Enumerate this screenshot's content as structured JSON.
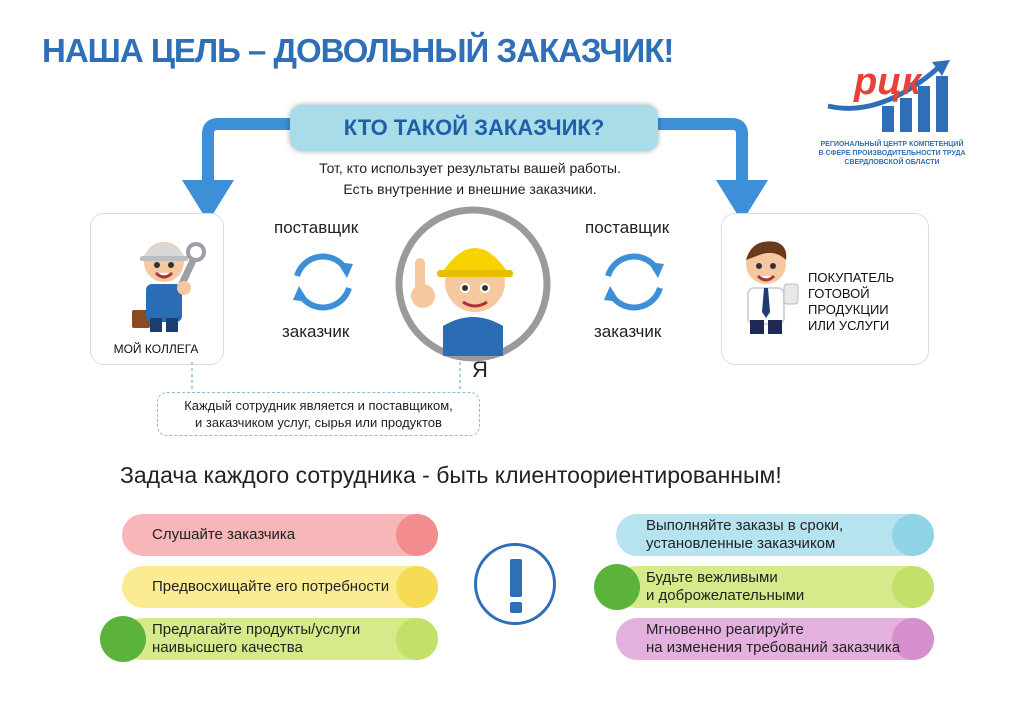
{
  "title": "НАША ЦЕЛЬ – ДОВОЛЬНЫЙ ЗАКАЗЧИК!",
  "logo": {
    "letters": "рцк",
    "lines": [
      "РЕГИОНАЛЬНЫЙ ЦЕНТР КОМПЕТЕНЦИЙ",
      "В СФЕРЕ ПРОИЗВОДИТЕЛЬНОСТИ ТРУДА",
      "СВЕРДЛОВСКОЙ ОБЛАСТИ"
    ],
    "letters_color": "#e8413c",
    "bars_color": "#2e6fb7"
  },
  "question": "КТО ТАКОЙ ЗАКАЗЧИК?",
  "description": [
    "Тот, кто использует результаты вашей работы.",
    "Есть внутренние и внешние заказчики."
  ],
  "left_card": {
    "label": "МОЙ КОЛЛЕГА",
    "icon": "worker-with-wrench-icon"
  },
  "right_card": {
    "lines": [
      "ПОКУПАТЕЛЬ",
      "ГОТОВОЙ",
      "ПРОДУКЦИИ",
      "ИЛИ УСЛУГИ"
    ],
    "icon": "businessman-icon"
  },
  "center": {
    "label": "Я",
    "icon": "worker-in-hardhat-icon"
  },
  "cycle_left": {
    "top": "поставщик",
    "bottom": "заказчик"
  },
  "cycle_right": {
    "top": "поставщик",
    "bottom": "заказчик"
  },
  "info": [
    "Каждый сотрудник является и поставщиком,",
    "и заказчиком услуг, сырья или продуктов"
  ],
  "task": "Задача каждого сотрудника - быть клиентоориентированным!",
  "tips_left": [
    {
      "lines": [
        "Слушайте заказчика"
      ],
      "color": "#f7b6b7",
      "cap": "#f28c8e"
    },
    {
      "lines": [
        "Предвосхищайте его потребности"
      ],
      "color": "#fbeb93",
      "cap": "#f6dc55"
    },
    {
      "lines": [
        "Предлагайте продукты/услуги",
        "наивысшего качества"
      ],
      "color": "#d5eb8b",
      "cap": "#c2e06a"
    }
  ],
  "tips_right": [
    {
      "lines": [
        "Выполняйте заказы в сроки,",
        "установленные заказчиком"
      ],
      "color": "#b5e3ef",
      "cap": "#8fd3e6"
    },
    {
      "lines": [
        "Будьте вежливыми",
        "и доброжелательными"
      ],
      "color": "#d5eb8b",
      "cap": "#c2e06a"
    },
    {
      "lines": [
        "Мгновенно реагируйте",
        "на изменения требований заказчика"
      ],
      "color": "#e4b1de",
      "cap": "#d58fcd"
    }
  ],
  "colors": {
    "primary_blue": "#2e6fb7",
    "arrow_blue": "#3d8fd8",
    "question_bg": "#a8dce8"
  }
}
